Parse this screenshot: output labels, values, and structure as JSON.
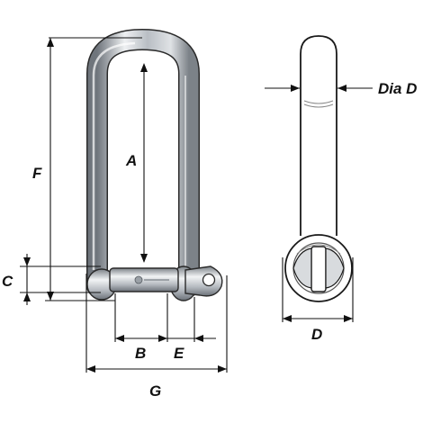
{
  "diagram": {
    "labels": {
      "a": "A",
      "b": "B",
      "c": "C",
      "d": "D",
      "e": "E",
      "f": "F",
      "g": "G",
      "dia_d": "Dia D"
    },
    "colors": {
      "background": "#ffffff",
      "line": "#111111",
      "steel_light": "#eef0f2",
      "steel_mid": "#b9bec4",
      "steel_dark": "#6f757c",
      "outline": "#2a2a2a"
    }
  }
}
